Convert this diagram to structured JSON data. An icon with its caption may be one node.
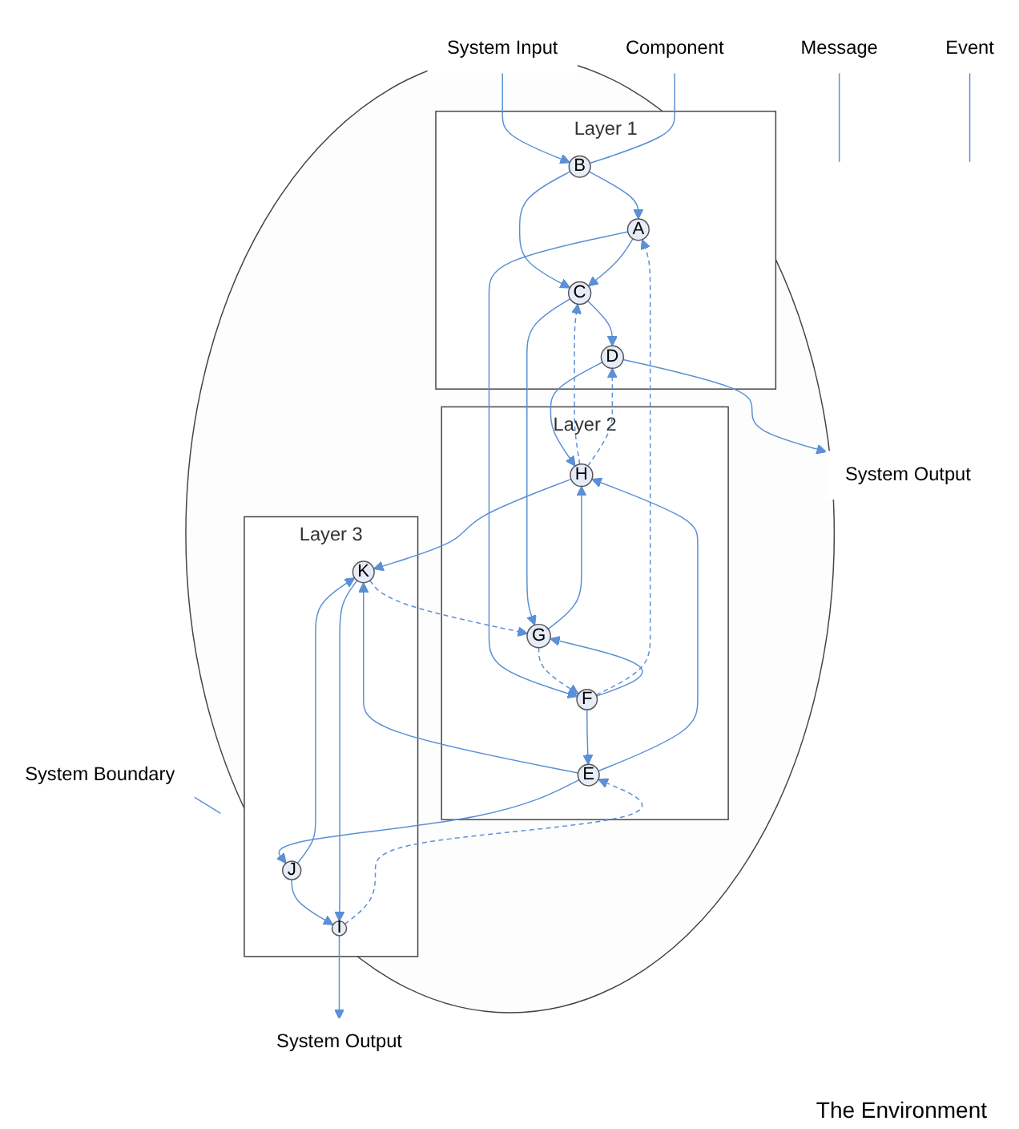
{
  "diagram": {
    "nodes": [
      {
        "text": [
          "System Input"
        ]
      },
      {
        "text": [
          "Component"
        ]
      },
      {
        "text": [
          "Message"
        ]
      },
      {
        "text": [
          "System Output"
        ]
      },
      {
        "text": [
          "System Boundary"
        ]
      },
      {
        "text": [],
        "shape": "circle"
      },
      {
        "text": [
          "Layer 1"
        ],
        "in": 5
      },
      {
        "text": [
          "B"
        ],
        "in": 6
      },
      {
        "text": [
          "A"
        ],
        "in": 6
      },
      {
        "text": [
          "C"
        ],
        "in": 6
      },
      {
        "text": [
          "D"
        ],
        "in": 6
      },
      {
        "text": [
          "Event"
        ]
      },
      {
        "text": [
          "Layer 2"
        ],
        "in": 5
      },
      {
        "text": [
          "F"
        ],
        "in": 12
      },
      {
        "text": [
          "G"
        ],
        "in": 12
      },
      {
        "text": [
          "E"
        ],
        "in": 12
      },
      {
        "text": [
          "H"
        ],
        "in": 12
      },
      {
        "text": [
          "Layer 3"
        ],
        "in": 5
      },
      {
        "text": [
          "J"
        ],
        "in": 17
      },
      {
        "text": [
          "I"
        ],
        "in": 17
      },
      {
        "text": [
          "K"
        ],
        "in": 17
      },
      {
        "text": [
          "System Output"
        ]
      }
    ],
    "edges": [
      {
        "from": 0,
        "to": 7,
        "arrow": "to"
      },
      {
        "from": 1,
        "to": 7,
        "arrow": "none"
      },
      {
        "from": 2,
        "to": null,
        "arrow": "none"
      },
      {
        "from": 4,
        "to": 5,
        "arrow": "none"
      },
      {
        "from": 7,
        "to": 8,
        "arrow": "to"
      },
      {
        "from": 7,
        "to": 9,
        "arrow": "to"
      },
      {
        "from": 8,
        "to": 9,
        "arrow": "to"
      },
      {
        "from": 9,
        "to": 10,
        "arrow": "to"
      },
      {
        "from": 10,
        "to": 3,
        "arrow": "to"
      },
      {
        "from": 11,
        "to": null,
        "arrow": "none"
      },
      {
        "from": 8,
        "to": 13,
        "arrow": "to"
      },
      {
        "from": 13,
        "to": 8,
        "arrow": "to",
        "style": "dashed"
      },
      {
        "from": 9,
        "to": 14,
        "arrow": "to"
      },
      {
        "from": 16,
        "to": 9,
        "arrow": "to",
        "style": "dashed"
      },
      {
        "from": 16,
        "to": 10,
        "arrow": "to",
        "style": "dashed"
      },
      {
        "from": 10,
        "to": 16,
        "arrow": "to"
      },
      {
        "from": 13,
        "to": 14,
        "arrow": "to"
      },
      {
        "from": 13,
        "to": 15,
        "arrow": "to"
      },
      {
        "from": 14,
        "to": 16,
        "arrow": "to"
      },
      {
        "from": 14,
        "to": 13,
        "arrow": "to",
        "style": "dashed"
      },
      {
        "from": 15,
        "to": 16,
        "arrow": "to"
      },
      {
        "from": 15,
        "to": 18,
        "arrow": "to"
      },
      {
        "from": 15,
        "to": 20,
        "arrow": "to"
      },
      {
        "from": 19,
        "to": 15,
        "arrow": "to",
        "style": "dashed"
      },
      {
        "from": 20,
        "to": 14,
        "arrow": "to",
        "style": "dashed"
      },
      {
        "from": 16,
        "to": 20,
        "arrow": "to"
      },
      {
        "from": 18,
        "to": 19,
        "arrow": "to"
      },
      {
        "from": 18,
        "to": 20,
        "arrow": "to"
      },
      {
        "from": 20,
        "to": 19,
        "arrow": "to"
      },
      {
        "from": 19,
        "to": 21,
        "arrow": "to"
      }
    ],
    "labels": [
      "The Environment"
    ]
  }
}
